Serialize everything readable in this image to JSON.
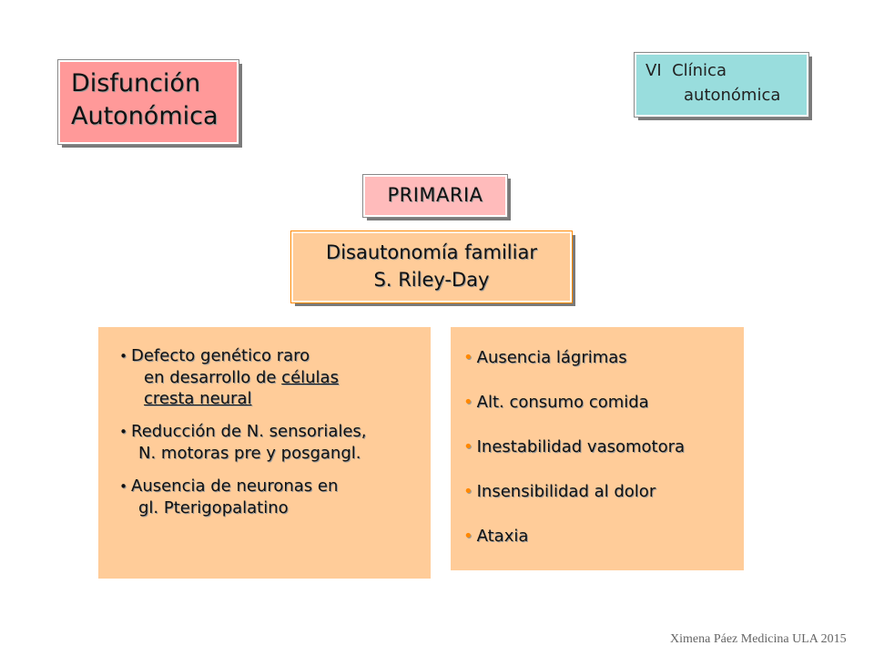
{
  "title": {
    "line1": "Disfunción",
    "line2": "Autonómica"
  },
  "section": {
    "line1": "VI  Clínica",
    "line2": "autonómica"
  },
  "primaria": "PRIMARIA",
  "disease": {
    "line1": "Disautonomía familiar",
    "line2": "S. Riley-Day"
  },
  "left_panel": {
    "items": [
      {
        "line1": "Defecto genético raro",
        "line2a": "en desarrollo de ",
        "line2b": "células",
        "line3": "cresta neural"
      },
      {
        "line1": "Reducción de N. sensoriales,",
        "line2": "N. motoras pre y posgangl."
      },
      {
        "line1": "Ausencia de neuronas en",
        "line2": "gl. Pterigopalatino"
      }
    ]
  },
  "right_panel": {
    "signs": [
      "Ausencia lágrimas",
      "Alt. consumo comida",
      "Inestabilidad vasomotora",
      "Insensibilidad al dolor",
      "Ataxia"
    ]
  },
  "footer": "Ximena Páez Medicina ULA 2015",
  "colors": {
    "title_bg": "#ff9999",
    "section_bg": "#99dddd",
    "primaria_bg": "#ffbbbb",
    "panel_bg": "#ffcc99",
    "bullet_orange": "#ff8800"
  }
}
